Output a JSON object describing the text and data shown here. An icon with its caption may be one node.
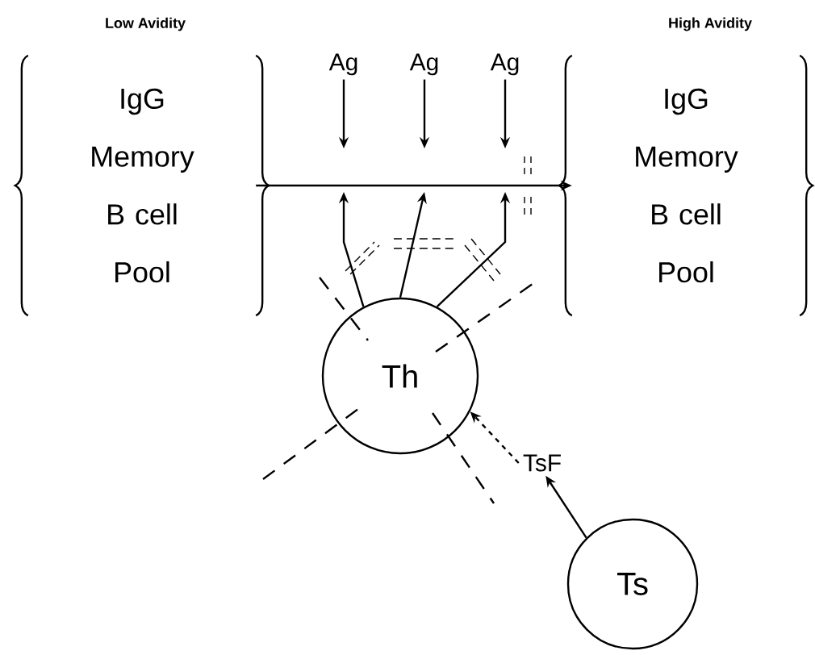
{
  "diagram": {
    "nodes": [
      {
        "text": [
          "Low Avidity",
          "IgG Memory B cell Pool"
        ]
      },
      {
        "text": [
          "High Avidity",
          "IgG Memory B cell Pool"
        ]
      },
      {
        "text": [
          "Ag"
        ]
      },
      {
        "text": [
          "Ag"
        ]
      },
      {
        "text": [
          "Ag"
        ]
      },
      {
        "text": [
          "Th"
        ]
      },
      {
        "text": [
          "TsF"
        ]
      },
      {
        "text": [
          "Ts"
        ]
      }
    ],
    "edges": [
      {
        "from": 0,
        "to": 1,
        "arrow": "to"
      },
      {
        "from": 2,
        "to": null,
        "arrow": "to"
      },
      {
        "from": 3,
        "to": null,
        "arrow": "to"
      },
      {
        "from": 4,
        "to": null,
        "arrow": "to"
      },
      {
        "from": 5,
        "to": null,
        "arrow": "to"
      },
      {
        "from": 5,
        "to": null,
        "arrow": "to"
      },
      {
        "from": 5,
        "to": null,
        "arrow": "to"
      },
      {
        "from": 7,
        "to": 6,
        "arrow": "to"
      },
      {
        "from": 6,
        "to": 5,
        "arrow": "to",
        "style": "dashed"
      }
    ]
  }
}
